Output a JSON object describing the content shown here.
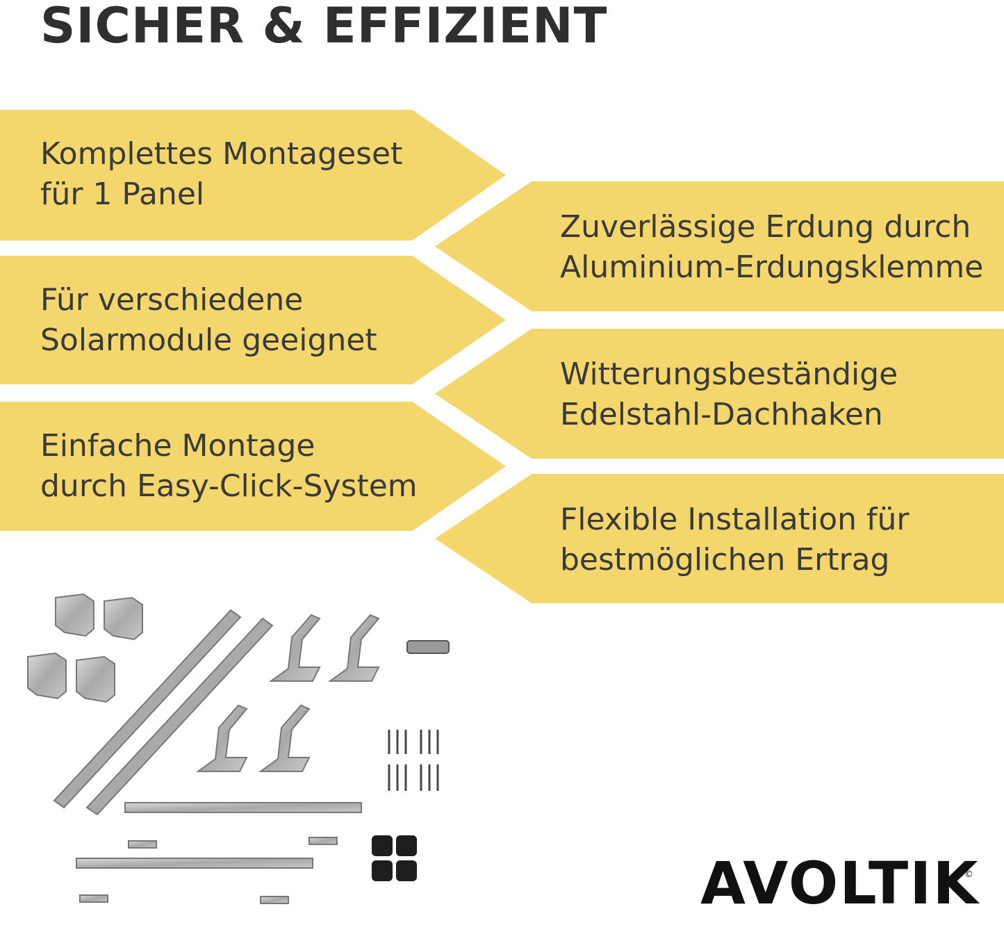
{
  "title": "SICHER & EFFIZIENT",
  "left_banners": [
    {
      "line1": "Komplettes Montageset",
      "line2": "für 1 Panel"
    },
    {
      "line1": "Für verschiedene",
      "line2": "Solarmodule geeignet"
    },
    {
      "line1": "Einfache Montage",
      "line2": "durch Easy-Click-System"
    }
  ],
  "right_banners": [
    {
      "line1": "Zuverlässige Erdung durch",
      "line2": "Aluminium-Erdungsklemme"
    },
    {
      "line1": "Witterungsbeständige",
      "line2": "Edelstahl-Dachhaken"
    },
    {
      "line1": "Flexible Installation für",
      "line2": "bestmöglichen Ertrag"
    }
  ],
  "logo": {
    "text": "AVOLTIK",
    "symbol": "©",
    "bolt_color": "#f3d66c"
  },
  "colors": {
    "banner": "#f3d66c",
    "text": "#3a3a3a",
    "title": "#2f2f2f"
  }
}
